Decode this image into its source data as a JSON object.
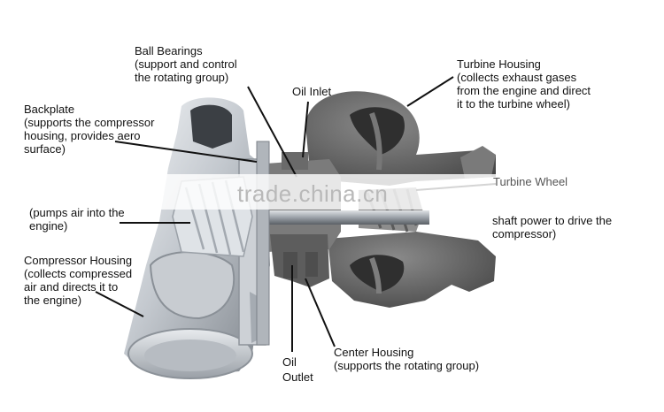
{
  "labels": {
    "ball_bearings": [
      "Ball Bearings",
      "(support and control",
      "the rotating group)"
    ],
    "backplate": [
      "Backplate",
      "(supports the compressor",
      "housing,  provides aero",
      "surface)"
    ],
    "oil_inlet": [
      "Oil Inlet"
    ],
    "turbine_housing": [
      "Turbine Housing",
      "(collects exhaust gases",
      "from the engine and direct",
      "it to the turbine wheel)"
    ],
    "turbine_wheel": [
      "Turbine Wheel"
    ],
    "turbine_wheel_desc": [
      "shaft power to drive the",
      "compressor)"
    ],
    "compressor_wheel": [
      "(pumps air into the",
      "engine)"
    ],
    "compressor_housing": [
      "Compressor Housing",
      "(collects compressed",
      "air and directs it to",
      "the engine)"
    ],
    "oil_outlet": [
      "Oil",
      "Outlet"
    ],
    "center_housing": [
      "Center Housing",
      "(supports the rotating group)"
    ]
  },
  "watermark": "trade.china.cn",
  "colors": {
    "metal_light": "#d9dde2",
    "metal_mid": "#a7adb5",
    "metal_dark": "#5f6368",
    "cast_iron": "#6c6c6c",
    "cast_iron_dark": "#3f3f3f",
    "leader": "#111111"
  }
}
